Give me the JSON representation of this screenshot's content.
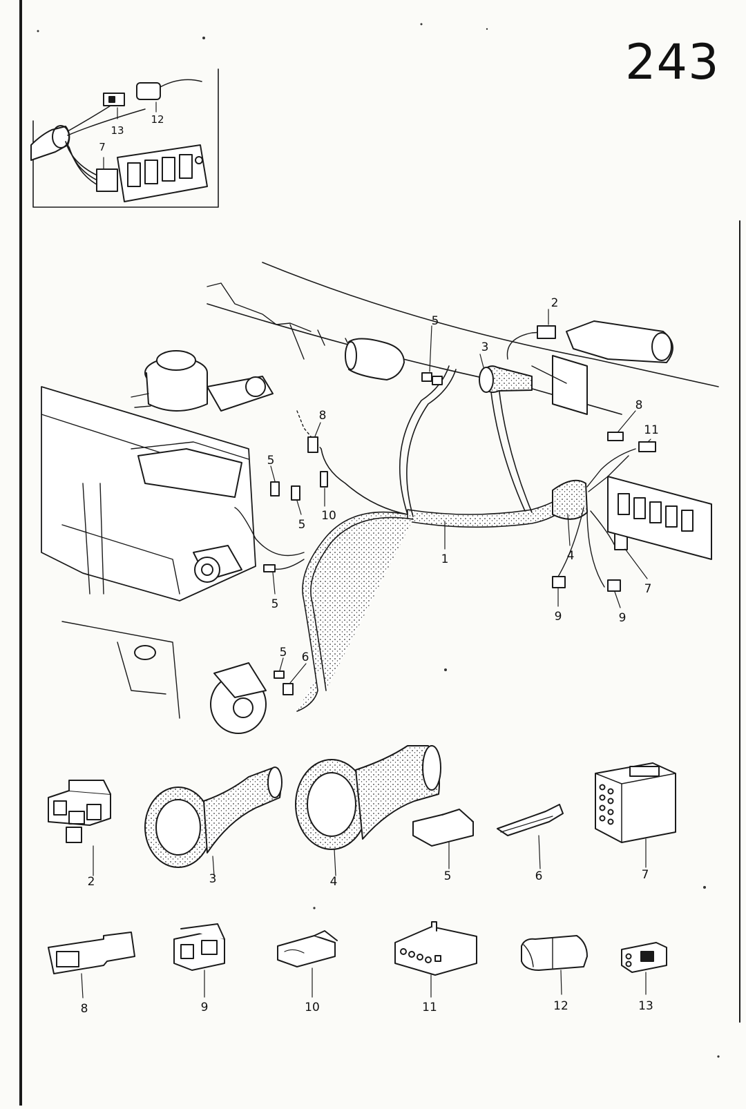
{
  "page": {
    "number": "243"
  },
  "inset": {
    "callouts": [
      {
        "id": "13",
        "text": "13"
      },
      {
        "id": "12",
        "text": "12"
      },
      {
        "id": "7",
        "text": "7"
      }
    ]
  },
  "main_callouts": [
    {
      "id": "c2",
      "text": "2"
    },
    {
      "id": "c5a",
      "text": "5"
    },
    {
      "id": "c3",
      "text": "3"
    },
    {
      "id": "c8a",
      "text": "8"
    },
    {
      "id": "c8b",
      "text": "8"
    },
    {
      "id": "c11",
      "text": "11"
    },
    {
      "id": "c5b",
      "text": "5"
    },
    {
      "id": "c5c",
      "text": "5"
    },
    {
      "id": "c10",
      "text": "10"
    },
    {
      "id": "c1",
      "text": "1"
    },
    {
      "id": "c4",
      "text": "4"
    },
    {
      "id": "c7",
      "text": "7"
    },
    {
      "id": "c9a",
      "text": "9"
    },
    {
      "id": "c9b",
      "text": "9"
    },
    {
      "id": "c5d",
      "text": "5"
    },
    {
      "id": "c5e",
      "text": "5"
    },
    {
      "id": "c6",
      "text": "6"
    }
  ],
  "parts": [
    {
      "id": "2",
      "label": "2"
    },
    {
      "id": "3",
      "label": "3"
    },
    {
      "id": "4",
      "label": "4"
    },
    {
      "id": "5",
      "label": "5"
    },
    {
      "id": "6",
      "label": "6"
    },
    {
      "id": "7",
      "label": "7"
    },
    {
      "id": "8",
      "label": "8"
    },
    {
      "id": "9",
      "label": "9"
    },
    {
      "id": "10",
      "label": "10"
    },
    {
      "id": "11",
      "label": "11"
    },
    {
      "id": "12",
      "label": "12"
    },
    {
      "id": "13",
      "label": "13"
    }
  ]
}
